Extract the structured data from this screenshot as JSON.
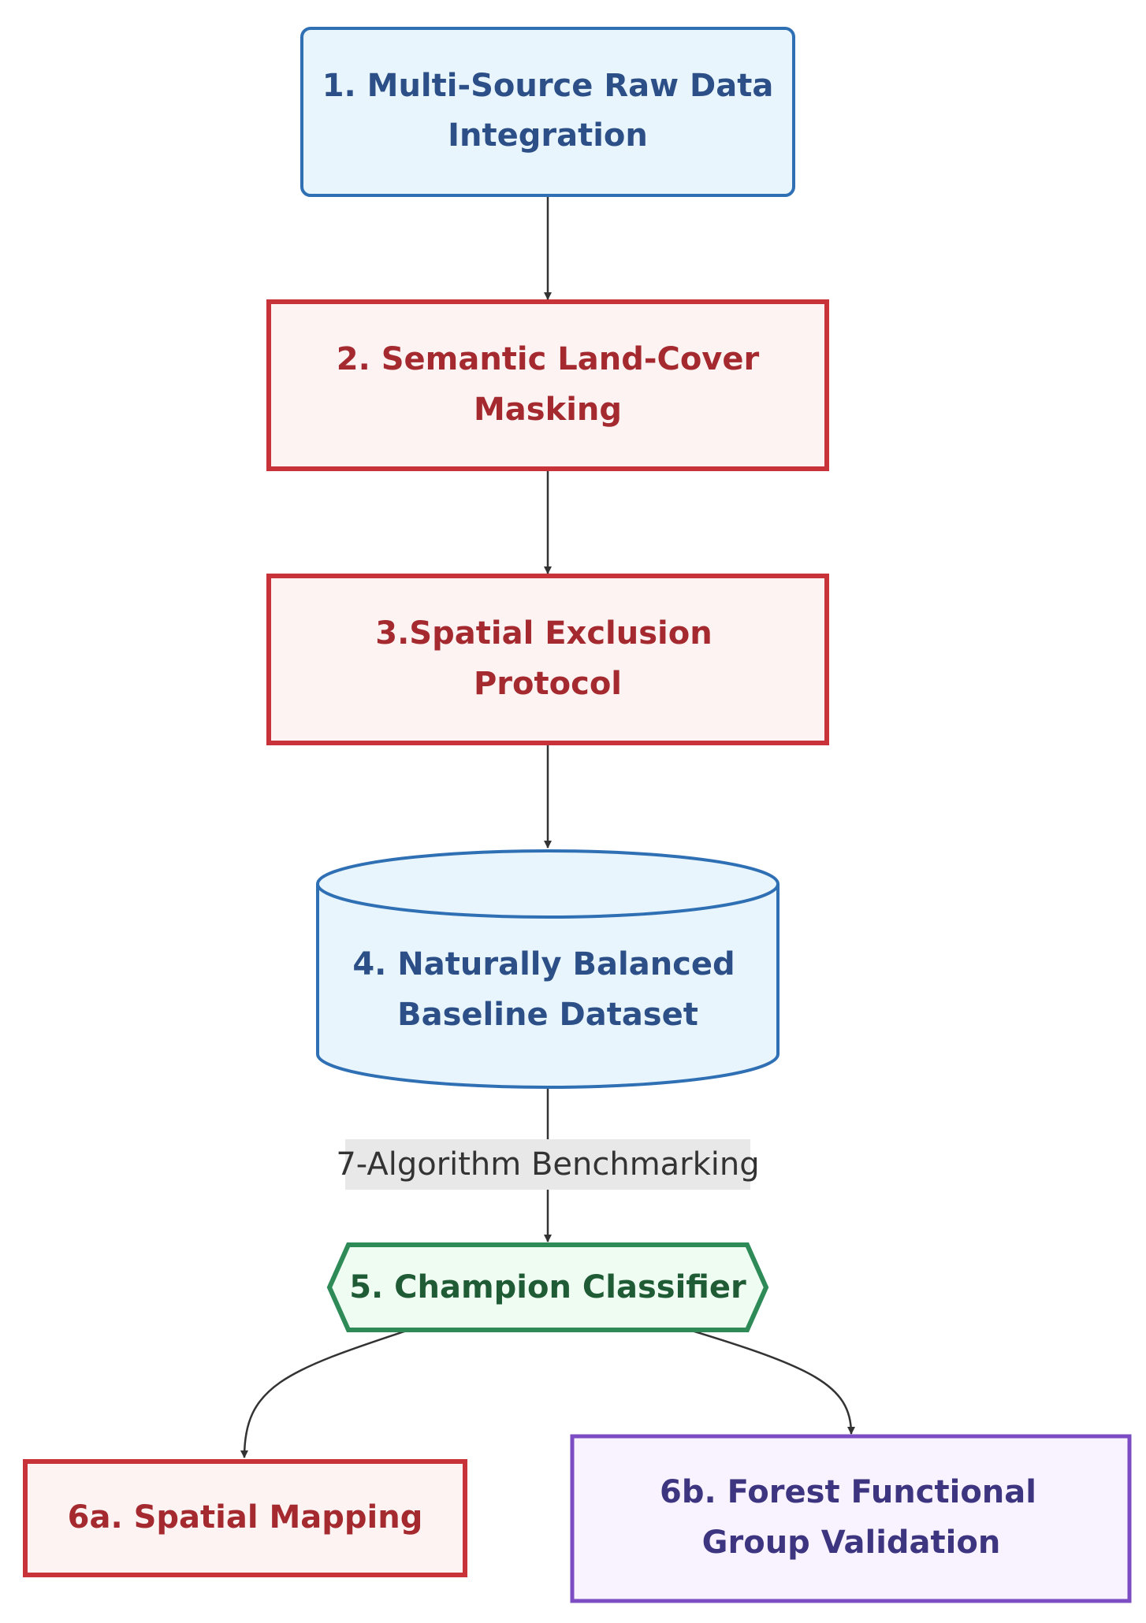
{
  "diagram": {
    "nodes": [
      {
        "id": "n1",
        "shape": "rounded-rect",
        "lines": [
          "1. Multi-Source Raw Data",
          "Integration"
        ],
        "fill": "#e8f5fc",
        "stroke": "#2f6fb4",
        "text_color": "#2b4f86"
      },
      {
        "id": "n2",
        "shape": "rect",
        "lines": [
          "2. Semantic Land-Cover",
          "Masking"
        ],
        "fill": "#fdf3f3",
        "stroke": "#c8333a",
        "text_color": "#a42a2f"
      },
      {
        "id": "n3",
        "shape": "rect",
        "lines": [
          "3.Spatial Exclusion",
          "Protocol"
        ],
        "fill": "#fdf3f3",
        "stroke": "#c8333a",
        "text_color": "#a42a2f"
      },
      {
        "id": "n4",
        "shape": "cylinder",
        "lines": [
          "4. Naturally Balanced",
          "Baseline Dataset"
        ],
        "fill": "#e8f5fc",
        "stroke": "#2f6fb4",
        "text_color": "#2b4f86"
      },
      {
        "id": "n5",
        "shape": "hexagon",
        "lines": [
          "5. Champion Classifier"
        ],
        "fill": "#eefcf1",
        "stroke": "#2e8b57",
        "text_color": "#1f5c36"
      },
      {
        "id": "n6a",
        "shape": "rect",
        "lines": [
          "6a. Spatial Mapping"
        ],
        "fill": "#fdf3f3",
        "stroke": "#c8333a",
        "text_color": "#a42a2f"
      },
      {
        "id": "n6b",
        "shape": "rect",
        "lines": [
          "6b. Forest Functional",
          "Group Validation"
        ],
        "fill": "#f8f3fe",
        "stroke": "#7b4cc2",
        "text_color": "#3e3580"
      }
    ],
    "edges": [
      {
        "from": "n1",
        "to": "n2",
        "label": ""
      },
      {
        "from": "n2",
        "to": "n3",
        "label": ""
      },
      {
        "from": "n3",
        "to": "n4",
        "label": ""
      },
      {
        "from": "n4",
        "to": "n5",
        "label": "7-Algorithm Benchmarking"
      },
      {
        "from": "n5",
        "to": "n6a",
        "label": ""
      },
      {
        "from": "n5",
        "to": "n6b",
        "label": ""
      }
    ],
    "edge_label_bg": "#e8e8e8",
    "edge_color": "#333333"
  }
}
